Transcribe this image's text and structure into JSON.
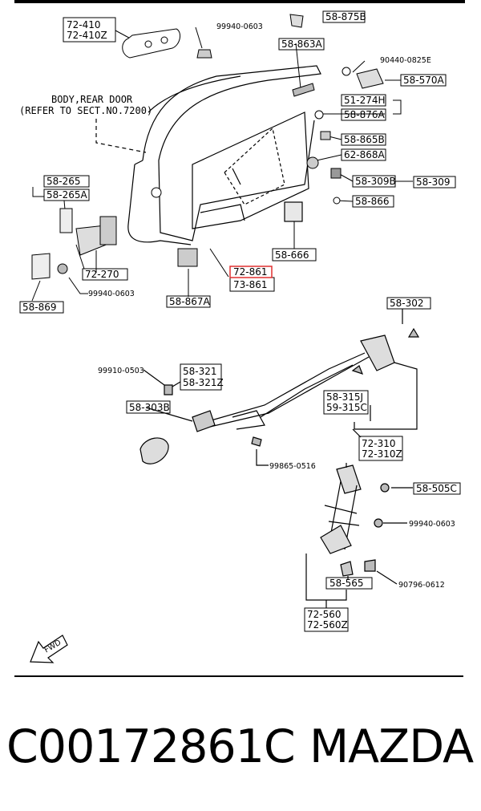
{
  "diagram": {
    "note_lines": [
      "BODY,REAR DOOR",
      "(REFER TO SECT.NO.7200)"
    ],
    "boxed_labels": {
      "door_handle": [
        "72-410",
        "72-410Z"
      ],
      "rubber_stop": "58-875B",
      "glass_channel": "58-863A",
      "bracket_a": "58-570A",
      "clip_51": "51-274H",
      "grommet_876": "58-876A",
      "screw_865": "58-865B",
      "seal_62": "62-868A",
      "bumper_309b": "58-309B",
      "bumper_309": "58-309",
      "clip_866": "58-866",
      "film_666": "58-666",
      "highlight_part": "72-861",
      "part_73": "73-861",
      "hinge_265": "58-265",
      "hinge_265a": "58-265A",
      "checker": "72-270",
      "bracket_869": "58-869",
      "clip_867": "58-867A",
      "rod_302": "58-302",
      "handle_321": [
        "58-321",
        "58-321Z"
      ],
      "inner_handle_303": "58-303B",
      "cable_315": [
        "58-315J",
        "59-315C"
      ],
      "lock_310": [
        "72-310",
        "72-310Z"
      ],
      "bolt_505": "58-505C",
      "guide_565": "58-565",
      "regulator_560": [
        "72-560",
        "72-560Z"
      ]
    },
    "plain_labels": {
      "nut_0603_top": "99940-0603",
      "bolt_0825": "90440-0825E",
      "nut_0603_hinge": "99940-0603",
      "screw_0503": "99910-0503",
      "screw_0516": "99865-0516",
      "nut_0603_reg": "99940-0603",
      "bolt_0612": "90796-0612"
    },
    "fwd_label": "FWD",
    "highlight_color": "#e03030"
  },
  "caption": {
    "part_number": "C00172861C",
    "brand": "MAZDA"
  }
}
